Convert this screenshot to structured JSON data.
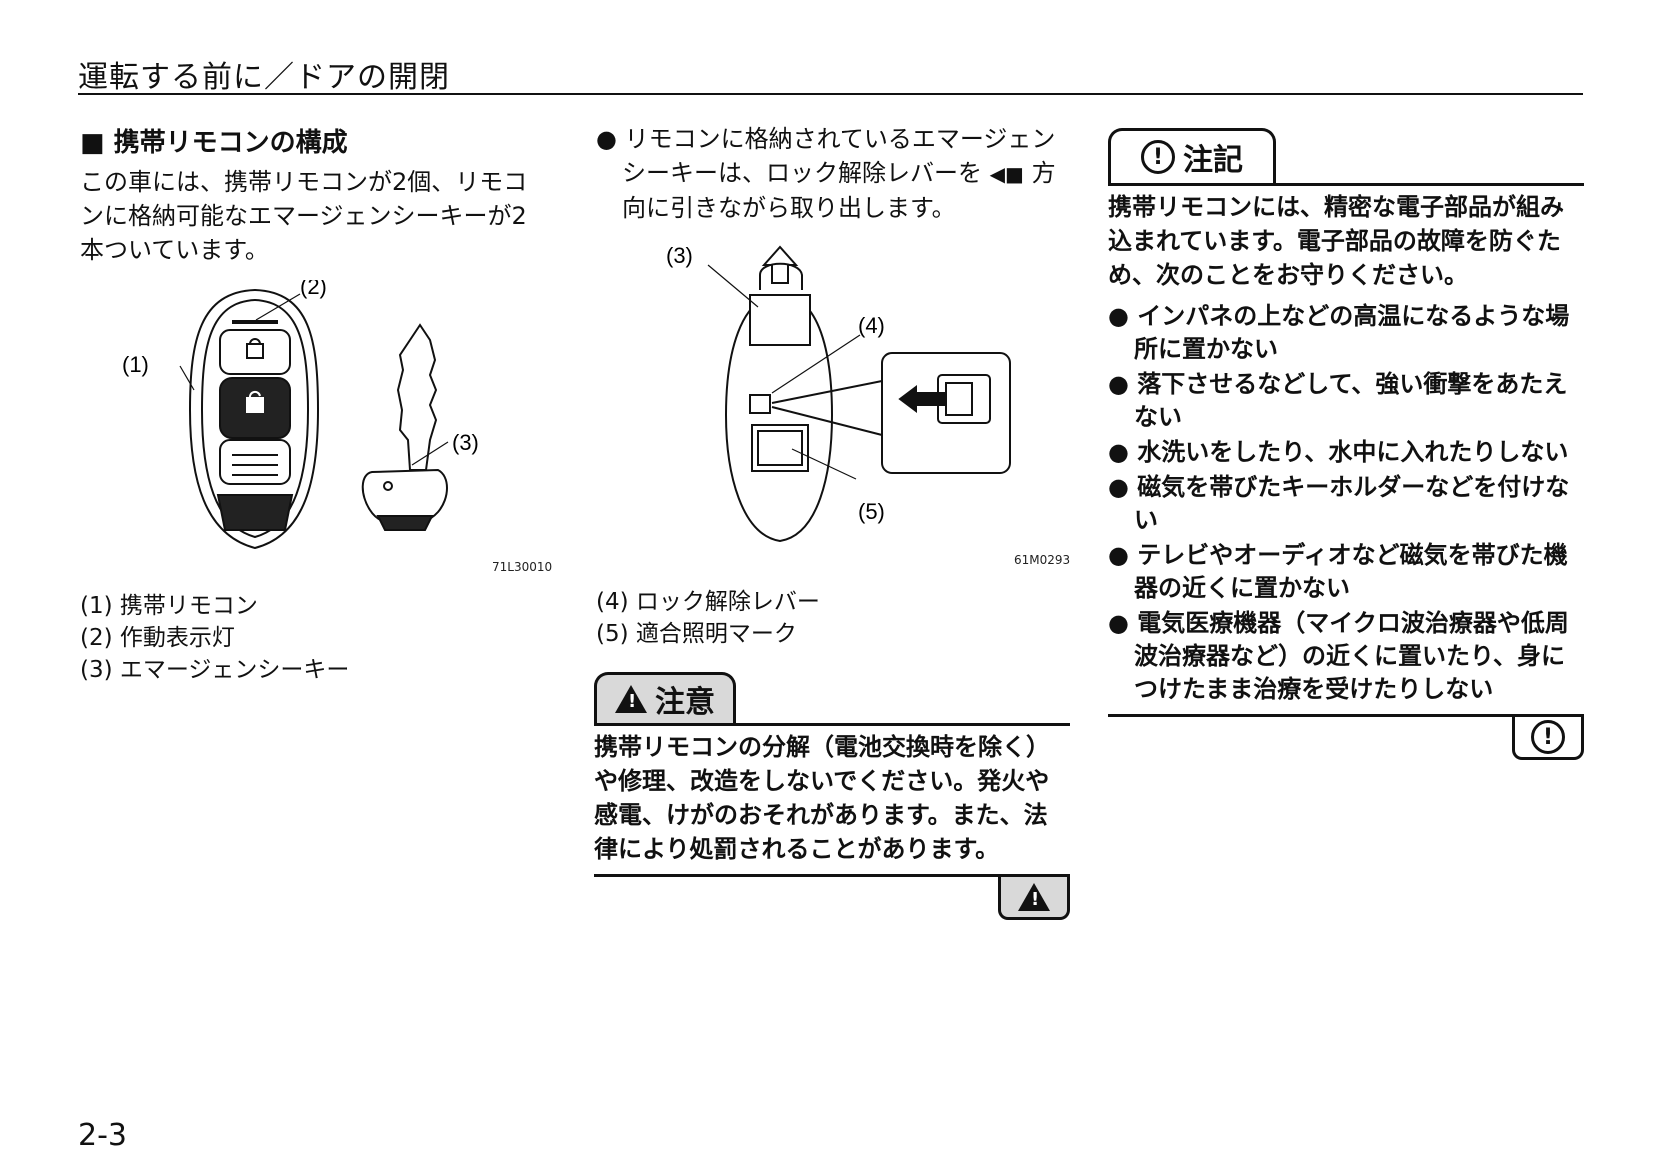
{
  "header": {
    "title": "運転する前に／ドアの開閉"
  },
  "section": {
    "title": "■ 携帯リモコンの構成",
    "intro": "この車には、携帯リモコンが2個、リモコンに格納可能なエマージェンシーキーが2本ついています。"
  },
  "figure1": {
    "labels": [
      "(1)",
      "(2)",
      "(3)"
    ],
    "code": "71L30010",
    "captions": [
      "(1) 携帯リモコン",
      "(2) 作動表示灯",
      "(3) エマージェンシーキー"
    ]
  },
  "column2": {
    "bullet": "● リモコンに格納されているエマージェンシーキーは、ロック解除レバーを",
    "bullet_tail": "方向に引きながら取り出します。",
    "figure": {
      "labels": [
        "(3)",
        "(4)",
        "(5)"
      ],
      "code": "61M0293",
      "captions": [
        "(4) ロック解除レバー",
        "(5) 適合照明マーク"
      ]
    },
    "caution": {
      "tab": "注意",
      "text": "携帯リモコンの分解（電池交換時を除く）や修理、改造をしないでください。発火や感電、けがのおそれがあります。また、法律により処罰されることがあります。"
    }
  },
  "notice": {
    "tab": "注記",
    "intro": "携帯リモコンには、精密な電子部品が組み込まれています。電子部品の故障を防ぐため、次のことをお守りください。",
    "items": [
      "● インパネの上などの高温になるような場所に置かない",
      "● 落下させるなどして、強い衝撃をあたえない",
      "● 水洗いをしたり、水中に入れたりしない",
      "● 磁気を帯びたキーホルダーなどを付けない",
      "● テレビやオーディオなど磁気を帯びた機器の近くに置かない",
      "● 電気医療機器（マイクロ波治療器や低周波治療器など）の近くに置いたり、身につけたまま治療を受けたりしない"
    ]
  },
  "page_number": "2-3"
}
